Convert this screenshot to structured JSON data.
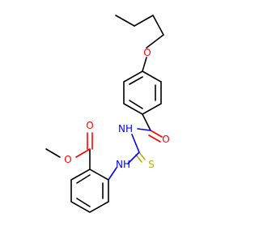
{
  "molecule": {
    "colors": {
      "carbon_bond": "#000000",
      "oxygen": "#ff0000",
      "nitrogen": "#0000ff",
      "sulfur": "#b2b200",
      "hydrogen": "#0000ff",
      "background": "#ffffff"
    },
    "labels": {
      "ether_oxygen": "O",
      "amide_oxygen": "O",
      "amide_nh": "NH",
      "thioamide_nh": "NH",
      "thione_sulfur": "S",
      "ester_carbonyl_oxygen": "O",
      "ester_ether_oxygen": "O"
    }
  }
}
